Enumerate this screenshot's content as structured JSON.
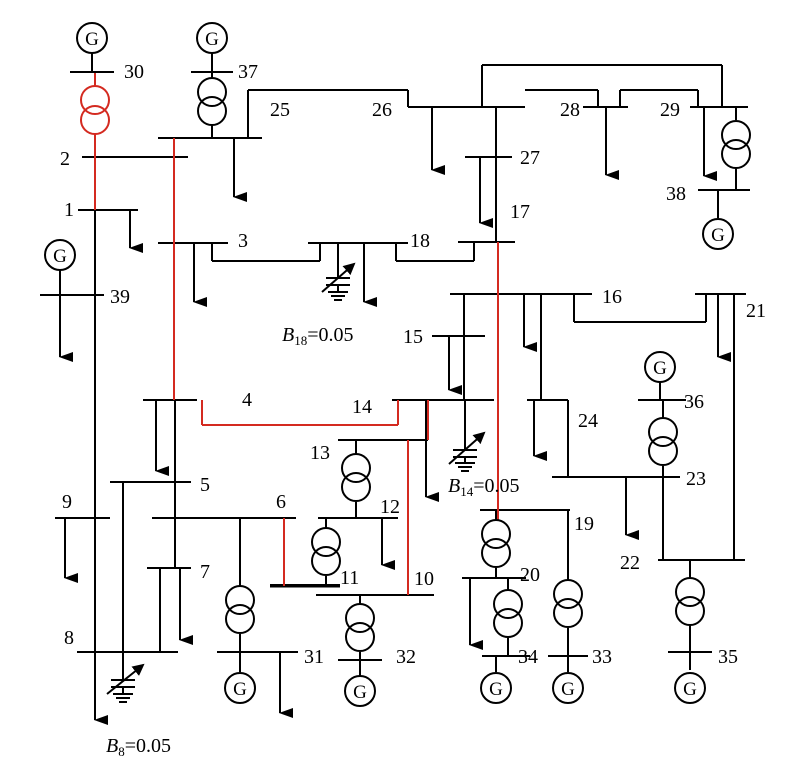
{
  "colors": {
    "line": "#000000",
    "highlight": "#d42a20",
    "background": "#ffffff"
  },
  "generator_symbol": "G",
  "buses": {
    "b1": "1",
    "b2": "2",
    "b3": "3",
    "b4": "4",
    "b5": "5",
    "b6": "6",
    "b7": "7",
    "b8": "8",
    "b9": "9",
    "b10": "10",
    "b11": "11",
    "b12": "12",
    "b13": "13",
    "b14": "14",
    "b15": "15",
    "b16": "16",
    "b17": "17",
    "b18": "18",
    "b19": "19",
    "b20": "20",
    "b21": "21",
    "b22": "22",
    "b23": "23",
    "b24": "24",
    "b25": "25",
    "b26": "26",
    "b27": "27",
    "b28": "28",
    "b29": "29",
    "b30": "30",
    "b31": "31",
    "b32": "32",
    "b33": "33",
    "b34": "34",
    "b35": "35",
    "b36": "36",
    "b37": "37",
    "b38": "38",
    "b39": "39"
  },
  "shunts": {
    "b18": {
      "symbol": "B",
      "sub": "18",
      "value": "=0.05"
    },
    "b14": {
      "symbol": "B",
      "sub": "14",
      "value": "=0.05"
    },
    "b8": {
      "symbol": "B",
      "sub": "8",
      "value": "=0.05"
    }
  },
  "highlighted_elements": [
    "transformer 30-2",
    "line 2-4",
    "line 4-14",
    "line 14-10",
    "line 6-11",
    "line 17-19"
  ]
}
